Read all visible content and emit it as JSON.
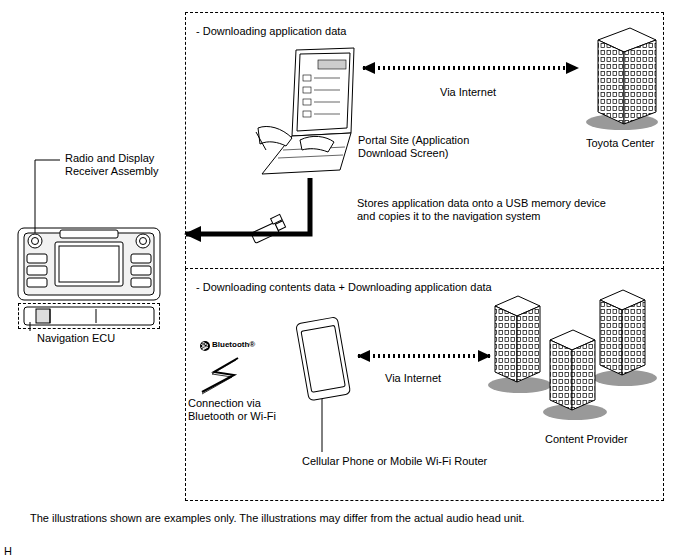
{
  "diagram": {
    "caption": "The illustrations shown are examples only. The illustrations may differ from the actual audio head unit.",
    "nodes": [
      {
        "text": [
          "- Downloading application data"
        ]
      },
      {
        "text": [
          "Portal Site (Application Download Screen)"
        ],
        "in": 0
      },
      {
        "text": [
          "Toyota Center"
        ],
        "in": 0
      },
      {
        "text": [
          "- Downloading contents data + Downloading application data"
        ]
      },
      {
        "text": [
          "Cellular Phone or Mobile Wi-Fi Router"
        ],
        "in": 3
      },
      {
        "text": [
          "Content Provider"
        ],
        "in": 3
      },
      {
        "text": [
          "Radio and Display Receiver Assembly"
        ]
      },
      {
        "text": [
          "Navigation ECU"
        ]
      }
    ],
    "edges": [
      {
        "from": 1,
        "to": 2,
        "arrow": "both",
        "label": "Via Internet"
      },
      {
        "from": 1,
        "to": 6,
        "arrow": "to",
        "label": "Stores application data onto a USB memory device and copies it to the navigation system"
      },
      {
        "from": 4,
        "to": 5,
        "arrow": "both",
        "label": "Via Internet"
      }
    ],
    "labels": [
      "Bluetooth®",
      "Connection via Bluetooth or Wi-Fi",
      "H"
    ]
  }
}
